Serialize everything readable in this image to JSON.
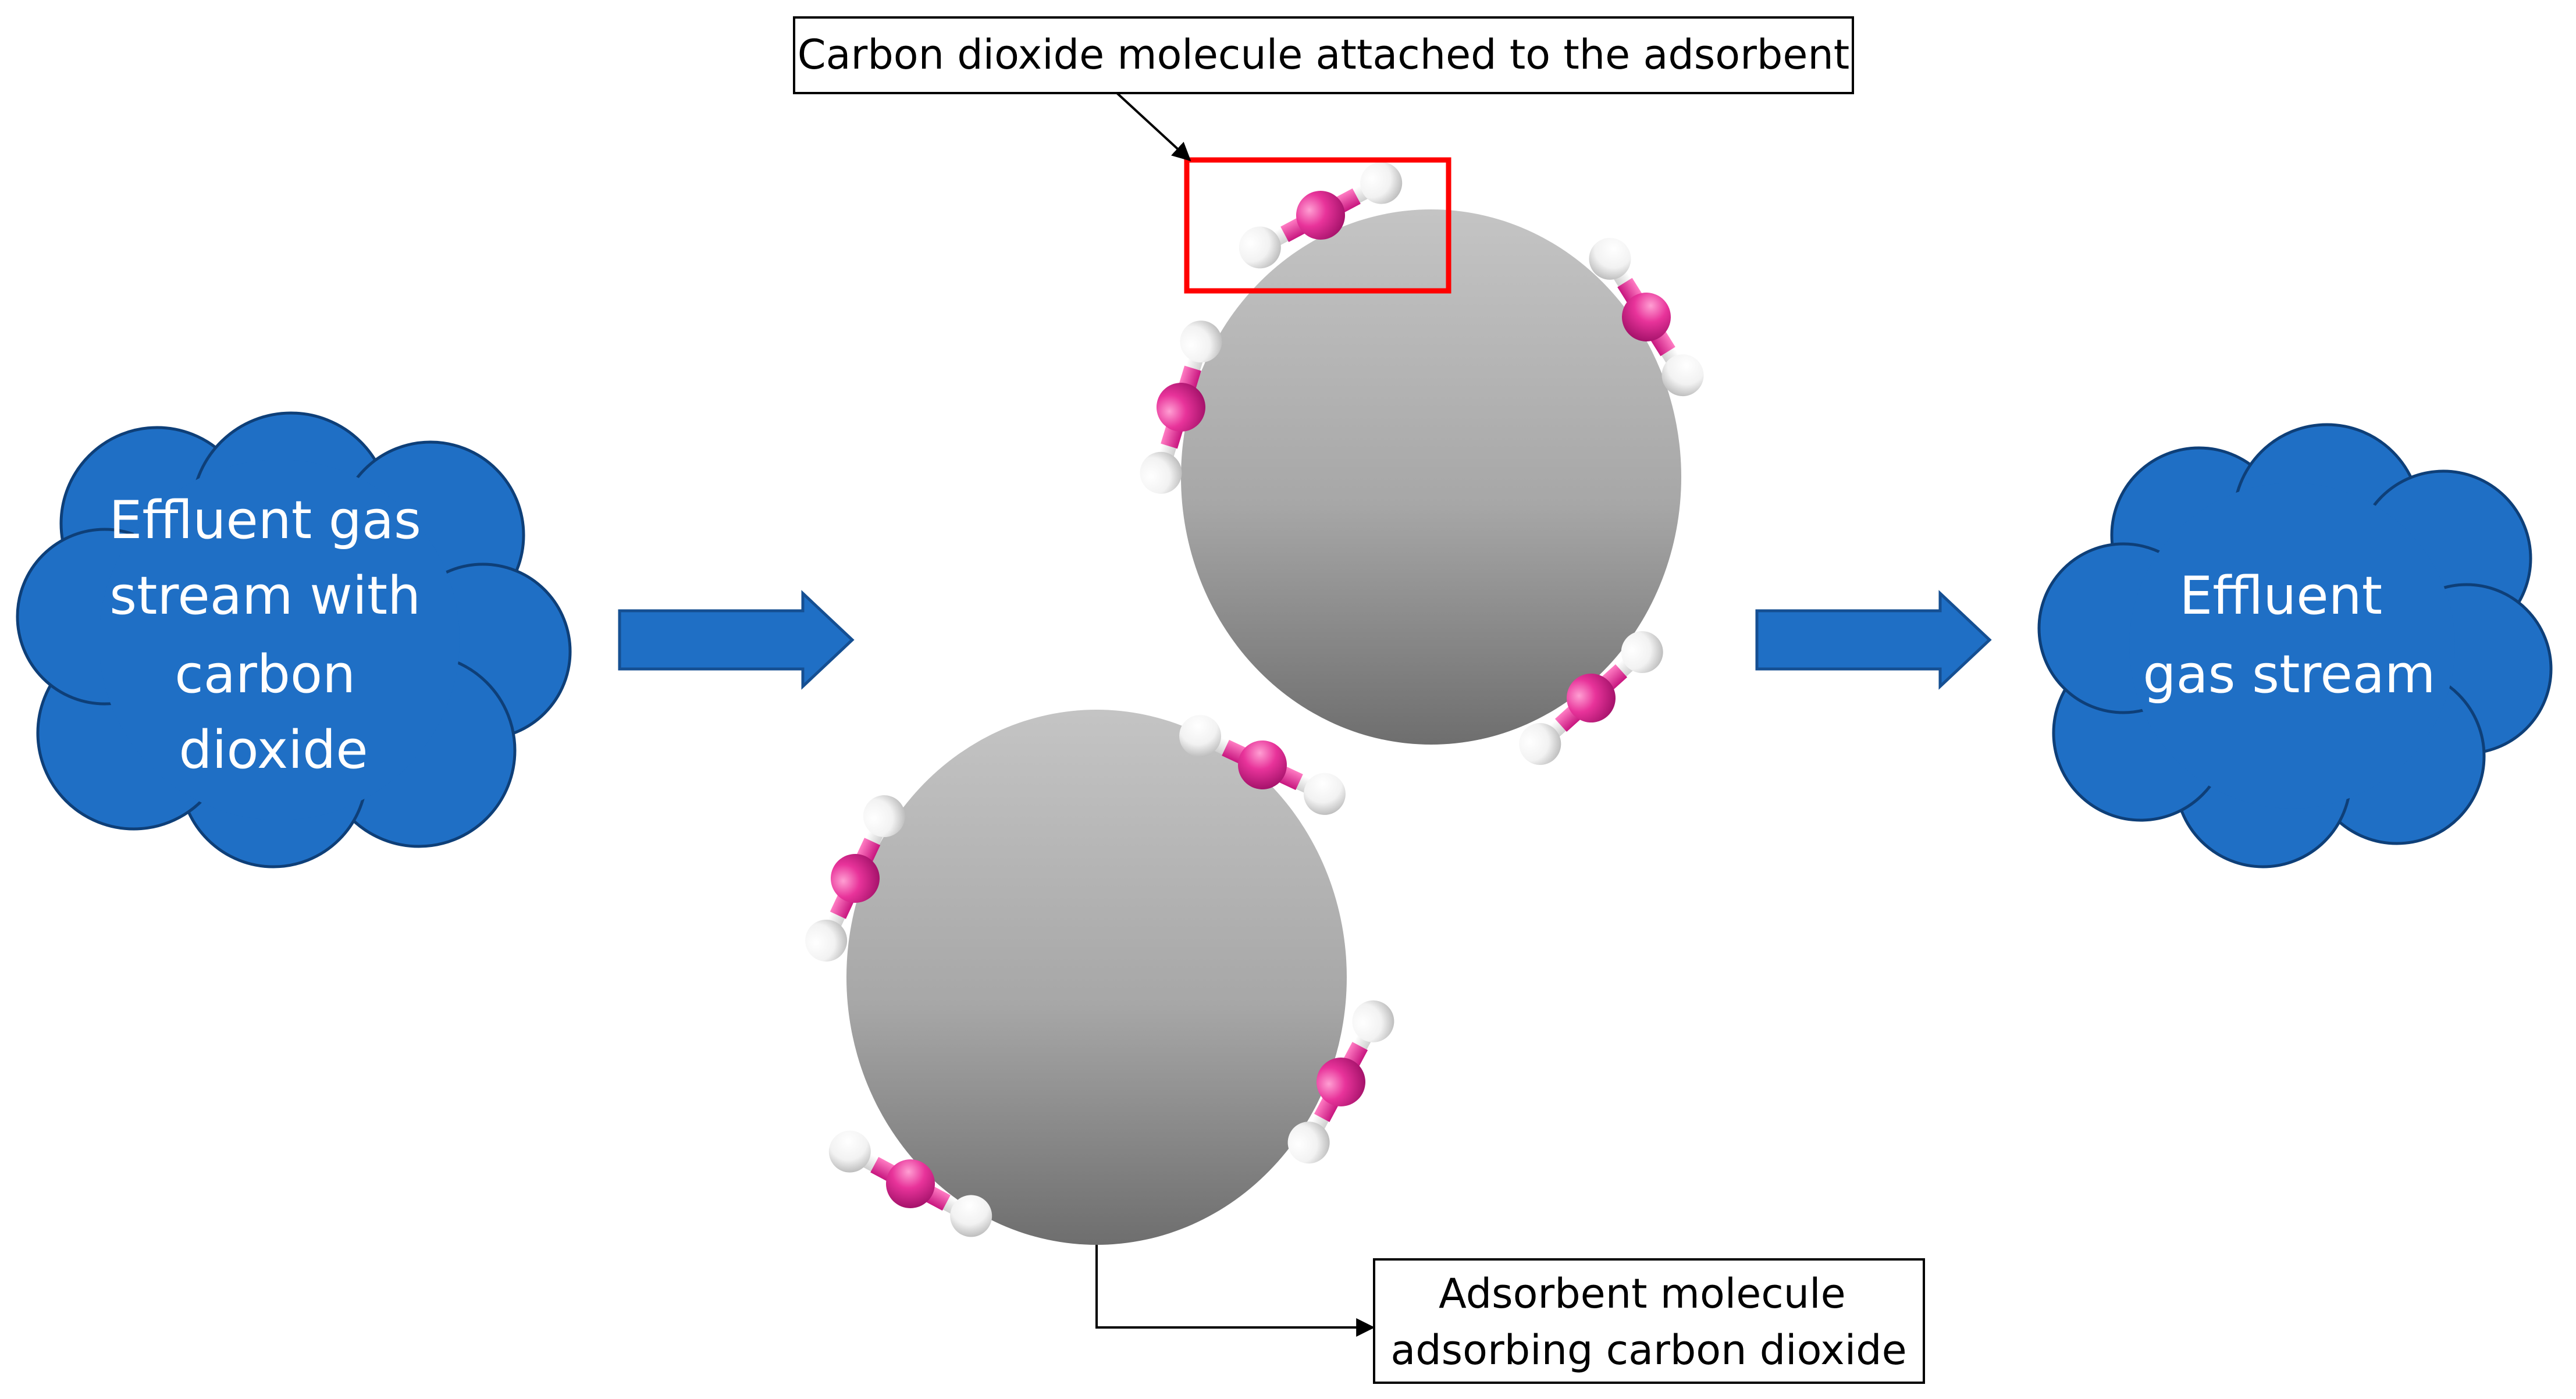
{
  "diagram": {
    "input_cloud": {
      "lines": [
        "Effluent gas",
        "stream with",
        "carbon",
        "dioxide"
      ]
    },
    "output_cloud": {
      "lines": [
        "Effluent",
        "gas stream"
      ]
    },
    "top_callout": {
      "text": "Carbon dioxide molecule attached to the adsorbent"
    },
    "bottom_callout": {
      "lines": [
        "Adsorbent molecule",
        "adsorbing carbon dioxide"
      ]
    }
  },
  "colors": {
    "cloud_fill": "#1f6fc5",
    "cloud_stroke": "#0e3f78",
    "arrow_fill": "#1f6fc5",
    "arrow_stroke": "#154f92",
    "highlight_box": "#ff0000",
    "carbon_atom": "#e8339a",
    "oxygen_atom": "#f2f2f2",
    "sphere_light": "#c4c4c4",
    "sphere_dark": "#6e6e6e"
  }
}
